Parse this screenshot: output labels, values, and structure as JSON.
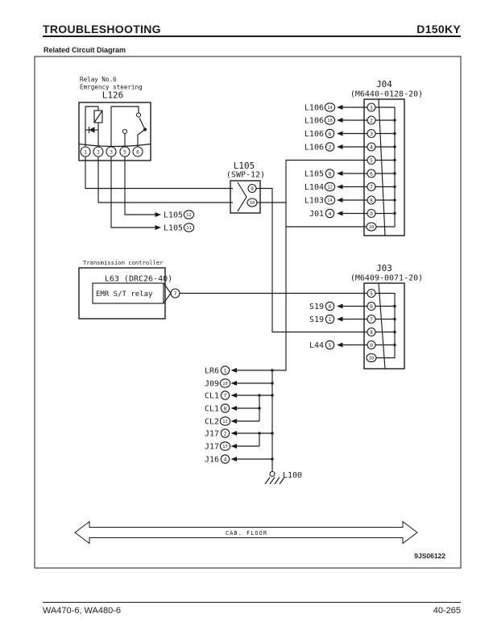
{
  "header": {
    "left": "TROUBLESHOOTING",
    "right": "D150KY"
  },
  "section_title": "Related Circuit Diagram",
  "relay": {
    "caption1": "Relay No.6",
    "caption2": "Emrgency steering",
    "name": "L126",
    "pins": [
      "1",
      "2",
      "3",
      "5",
      "6"
    ]
  },
  "relay_outputs": [
    {
      "label": "L105",
      "pin": "12"
    },
    {
      "label": "L105",
      "pin": "11"
    }
  ],
  "l105": {
    "name": "L105",
    "type": "(SWP-12)",
    "pins": [
      "9",
      "10"
    ]
  },
  "j04": {
    "name": "J04",
    "type": "(M6440-0128-20)",
    "pins": [
      "1",
      "2",
      "3",
      "4",
      "5",
      "6",
      "7",
      "8",
      "9",
      "10"
    ],
    "labels": [
      {
        "label": "L106",
        "pin": "14"
      },
      {
        "label": "L106",
        "pin": "10"
      },
      {
        "label": "L106",
        "pin": "6"
      },
      {
        "label": "L106",
        "pin": "2"
      },
      {
        "label": "L105",
        "pin": "8"
      },
      {
        "label": "L104",
        "pin": "12"
      },
      {
        "label": "L103",
        "pin": "14"
      },
      {
        "label": "J01",
        "pin": "4"
      }
    ]
  },
  "j03": {
    "name": "J03",
    "type": "(M6409-0071-20)",
    "pins": [
      "5",
      "6",
      "7",
      "8",
      "9",
      "10"
    ],
    "labels": [
      {
        "label": "S19",
        "pin": "6"
      },
      {
        "label": "S19",
        "pin": "1"
      },
      {
        "label": "L44",
        "pin": "5"
      }
    ]
  },
  "controller": {
    "caption": "Transmission controller",
    "name": "L63 (DRC26-40)",
    "signal": "EMR S/T relay",
    "pin": "7"
  },
  "ground": {
    "rows": [
      {
        "label": "LR6",
        "pin": "1"
      },
      {
        "label": "J09",
        "pin": "10"
      },
      {
        "label": "CL1",
        "pin": "7"
      },
      {
        "label": "CL1",
        "pin": "8"
      },
      {
        "label": "CL2",
        "pin": "12"
      },
      {
        "label": "J17",
        "pin": "2"
      },
      {
        "label": "J17",
        "pin": "17"
      },
      {
        "label": "J16",
        "pin": "4"
      }
    ],
    "name": "L100"
  },
  "cab_floor": "CAB. FLOOR",
  "figure_code": "9JS06122",
  "footer": {
    "left": "WA470-6, WA480-6",
    "right": "40-265"
  }
}
